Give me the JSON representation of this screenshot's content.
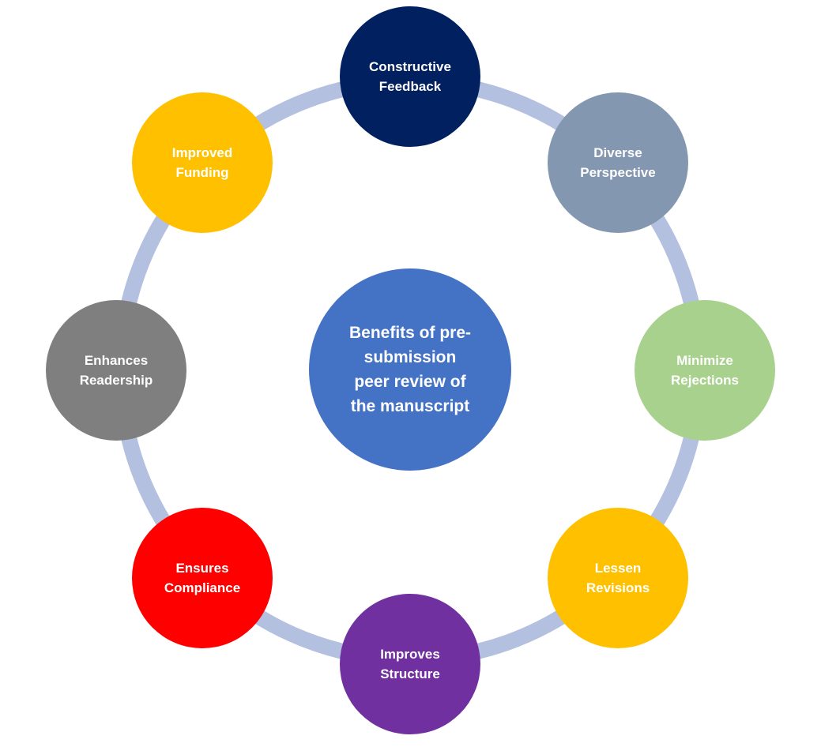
{
  "diagram": {
    "ring_color": "#b4c0e0",
    "center": {
      "label": "Benefits of pre-\nsubmission\npeer review of\nthe manuscript",
      "color": "#4472c4"
    },
    "nodes": [
      {
        "id": "constructive",
        "label": "Constructive\nFeedback",
        "color": "#002060"
      },
      {
        "id": "diverse",
        "label": "Diverse\nPerspective",
        "color": "#8497b0"
      },
      {
        "id": "minimize",
        "label": "Minimize\nRejections",
        "color": "#a9d18e"
      },
      {
        "id": "lessen",
        "label": "Lessen\nRevisions",
        "color": "#ffc000"
      },
      {
        "id": "structure",
        "label": "Improves\nStructure",
        "color": "#7030a0"
      },
      {
        "id": "compliance",
        "label": "Ensures\nCompliance",
        "color": "#ff0000"
      },
      {
        "id": "readership",
        "label": "Enhances\nReadership",
        "color": "#7f7f7f"
      },
      {
        "id": "funding",
        "label": "Improved\nFunding",
        "color": "#ffc000"
      }
    ]
  }
}
